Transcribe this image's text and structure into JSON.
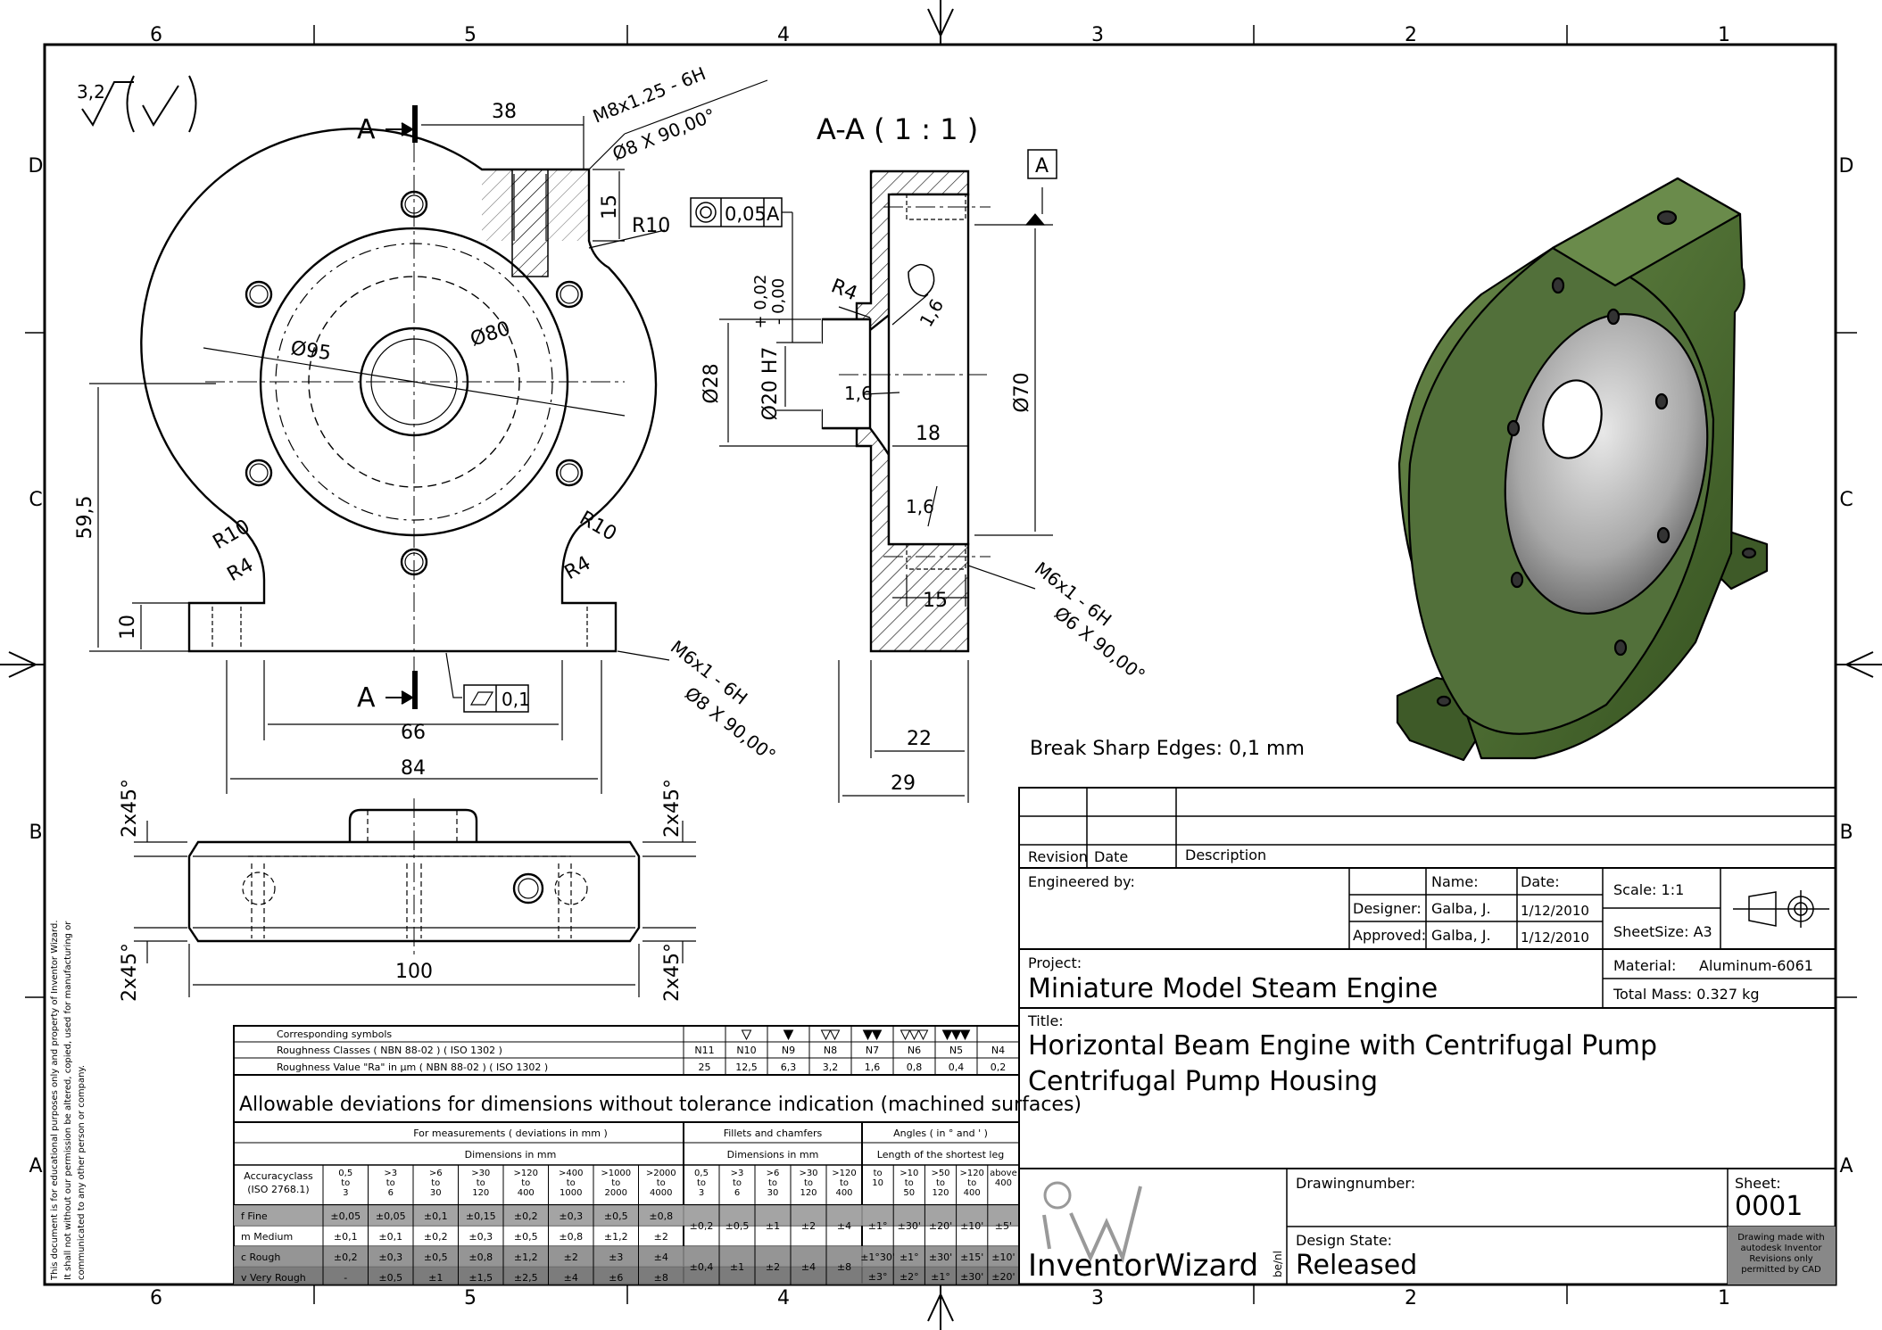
{
  "border": {
    "cols_top": [
      "6",
      "5",
      "4",
      "3",
      "2",
      "1"
    ],
    "cols_bottom": [
      "6",
      "5",
      "4",
      "3",
      "2",
      "1"
    ],
    "rows_left": [
      "D",
      "C",
      "B",
      "A"
    ],
    "rows_right": [
      "D",
      "C",
      "B",
      "A"
    ]
  },
  "surface": {
    "roughness_value": "3,2"
  },
  "views": {
    "section_marker": "A",
    "section_title": "A-A ( 1 : 1 )",
    "datum_label": "A",
    "break_edges": "Break Sharp Edges: 0,1 mm"
  },
  "dims": {
    "d38": "38",
    "d15": "15",
    "r10": "R10",
    "d95": "Ø95",
    "d80": "Ø80",
    "d595": "59,5",
    "d10": "10",
    "r10b": "R10",
    "r4": "R4",
    "r10c": "R10",
    "r4b": "R4",
    "d66": "66",
    "d84": "84",
    "d100": "100",
    "cham1": "2x45°",
    "cham2": "2x45°",
    "cham3": "2x45°",
    "cham4": "2x45°",
    "thread_top_1": "M8x1.25 - 6H",
    "thread_top_2": "Ø8 X 90,00°",
    "thread_bot_1": "M6x1 - 6H",
    "thread_bot_2": "Ø8 X 90,00°",
    "thread_sec_1": "M6x1 - 6H",
    "thread_sec_2": "Ø6 X 90,00°",
    "flatness": "0,1",
    "concentric_tol": "0,05",
    "concentric_ref": "A",
    "d28": "Ø28",
    "d20": "Ø20 H7",
    "tol_up": "+ 0,02",
    "tol_lo": "- 0,00",
    "r4s": "R4",
    "rough16a": "1,6",
    "rough16b": "1,6",
    "rough16c": "1,6",
    "d18": "18",
    "d70": "Ø70",
    "d15s": "15",
    "d22": "22",
    "d29": "29"
  },
  "roughness_table": {
    "row1": "Corresponding symbols",
    "row2": "Roughness Classes ( NBN 88-02 ) ( ISO 1302 )",
    "row3": "Roughness Value \"Ra\" in µm ( NBN 88-02 ) ( ISO 1302 )",
    "classes": [
      "N11",
      "N10",
      "N9",
      "N8",
      "N7",
      "N6",
      "N5",
      "N4"
    ],
    "values": [
      "25",
      "12,5",
      "6,3",
      "3,2",
      "1,6",
      "0,8",
      "0,4",
      "0,2"
    ],
    "heading": "Allowable deviations for dimensions without tolerance indication (machined surfaces)",
    "grp_meas": "For measurements ( deviations in mm )",
    "grp_fillets": "Fillets and chamfers",
    "grp_angles": "Angles ( in ° and ' )",
    "sub_dims": "Dimensions in mm",
    "sub_dims2": "Dimensions in mm",
    "sub_len": "Length of the shortest leg",
    "acc_1": "Accuracyclass",
    "acc_2": "(ISO 2768.1)",
    "ranges_meas": [
      "0,5 to 3",
      ">3 to 6",
      ">6 to 30",
      ">30 to 120",
      ">120 to 400",
      ">400 to 1000",
      ">1000 to 2000",
      ">2000 to 4000"
    ],
    "ranges_fil": [
      "0,5 to 3",
      ">3 to 6",
      ">6 to 30",
      ">30 to 120",
      ">120 to 400"
    ],
    "ranges_ang": [
      "to 10",
      ">10 to 50",
      ">50 to 120",
      ">120 to 400",
      "above 400"
    ],
    "rows": [
      {
        "cls": "f  Fine",
        "meas": [
          "±0,05",
          "±0,05",
          "±0,1",
          "±0,15",
          "±0,2",
          "±0,3",
          "±0,5",
          "±0,8"
        ]
      },
      {
        "cls": "m  Medium",
        "meas": [
          "±0,1",
          "±0,1",
          "±0,2",
          "±0,3",
          "±0,5",
          "±0,8",
          "±1,2",
          "±2"
        ]
      },
      {
        "cls": "c  Rough",
        "meas": [
          "±0,2",
          "±0,3",
          "±0,5",
          "±0,8",
          "±1,2",
          "±2",
          "±3",
          "±4"
        ]
      },
      {
        "cls": "v  Very Rough",
        "meas": [
          "-",
          "±0,5",
          "±1",
          "±1,5",
          "±2,5",
          "±4",
          "±6",
          "±8"
        ]
      }
    ],
    "fil_fm": [
      "±0,2",
      "±0,5",
      "±1",
      "±2",
      "±4"
    ],
    "fil_cv": [
      "±0,4",
      "±1",
      "±2",
      "±4",
      "±8"
    ],
    "ang_fm": [
      "±1°",
      "±30'",
      "±20'",
      "±10'",
      "±5'"
    ],
    "ang_c": [
      "±1°30'",
      "±1°",
      "±30'",
      "±15'",
      "±10'"
    ],
    "ang_v": [
      "±3°",
      "±2°",
      "±1°",
      "±30'",
      "±20'"
    ]
  },
  "title_block": {
    "revision": "Revision",
    "date": "Date",
    "description": "Description",
    "engineered_by": "Engineered by:",
    "name_hdr": "Name:",
    "date_hdr": "Date:",
    "designer_lbl": "Designer:",
    "designer_name": "Galba, J.",
    "designer_date": "1/12/2010",
    "approved_lbl": "Approved:",
    "approved_name": "Galba, J.",
    "approved_date": "1/12/2010",
    "scale": "Scale: 1:1",
    "sheetsize": "SheetSize: A3",
    "project_lbl": "Project:",
    "project": "Miniature Model Steam Engine",
    "material_lbl": "Material:",
    "material": "Aluminum-6061",
    "mass": "Total Mass: 0.327 kg",
    "title_lbl": "Title:",
    "title_1": "Horizontal Beam Engine with Centrifugal Pump",
    "title_2": "Centrifugal Pump Housing",
    "drawingnumber": "Drawingnumber:",
    "sheet_lbl": "Sheet:",
    "sheet": "0001",
    "design_state_lbl": "Design State:",
    "design_state": "Released",
    "logo": "InventorWizard",
    "logo_suffix": "be/nl",
    "note_1": "Drawing made with",
    "note_2": "autodesk Inventor",
    "note_3": "Revisions only",
    "note_4": "permitted by CAD"
  },
  "side_note": {
    "l1": "This document is for educational purposes only and property of Inventor Wizard.",
    "l2": "It shall not without our permission be altered, copied, used for manufacturing or",
    "l3": "communicated to any other person or company."
  }
}
